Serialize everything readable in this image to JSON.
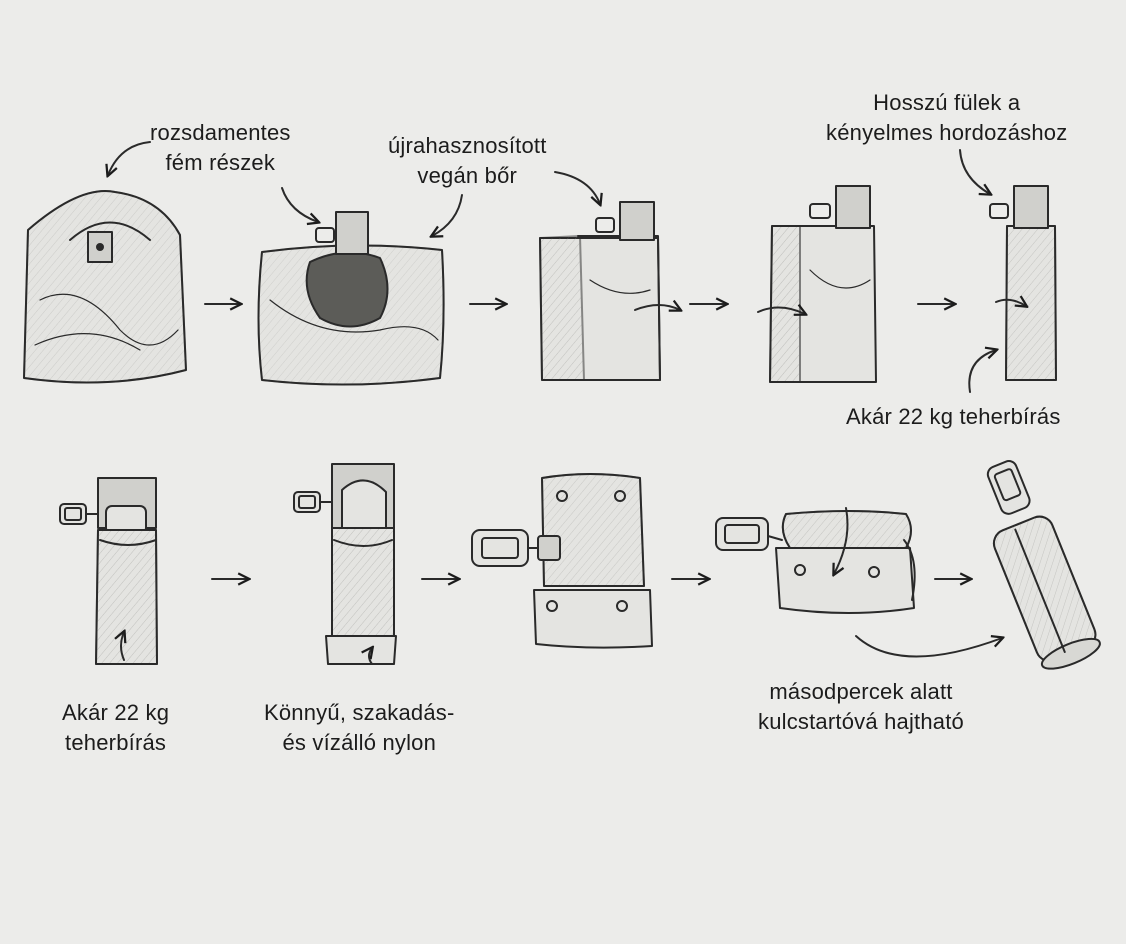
{
  "labels": {
    "metal_parts": [
      "rozsdamentes",
      "fém részek"
    ],
    "vegan_leather": [
      "újrahasznosított",
      "vegán bőr"
    ],
    "long_handles": [
      "Hosszú fülek a",
      "kényelmes hordozáshoz"
    ],
    "load_top": [
      "Akár 22 kg teherbírás"
    ],
    "load_bottom": [
      "Akár 22 kg",
      "teherbírás"
    ],
    "nylon": [
      "Könnyű, szakadás-",
      "és vízálló nylon"
    ],
    "keychain": [
      "másodpercek alatt",
      "kulcstartóvá hajtható"
    ]
  },
  "steps": [
    {
      "id": "open-bag",
      "row": 1
    },
    {
      "id": "flattened-bag",
      "row": 1
    },
    {
      "id": "folded-half",
      "row": 1
    },
    {
      "id": "folded-third",
      "row": 1
    },
    {
      "id": "folded-strip",
      "row": 1
    },
    {
      "id": "strip-with-clip",
      "row": 2
    },
    {
      "id": "strip-rolling",
      "row": 2
    },
    {
      "id": "pouch-open",
      "row": 2
    },
    {
      "id": "pouch-rolled",
      "row": 2
    },
    {
      "id": "keychain-roll",
      "row": 2
    }
  ],
  "icons": {
    "step_arrow": "arrow-right-icon",
    "callout_arrow": "curved-arrow-icon",
    "rotate": "rotate-icon"
  },
  "colors": {
    "background": "#ececea",
    "ink": "#1c1c1c",
    "fabric": "#e4e4e1",
    "metal": "#d0d0cc"
  }
}
